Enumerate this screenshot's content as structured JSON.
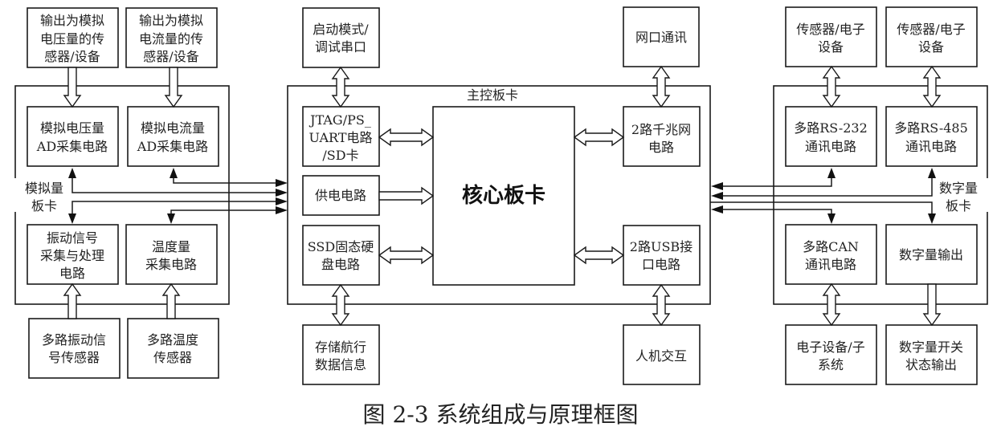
{
  "caption": "图 2-3  系统组成与原理框图",
  "analog_board": {
    "label": [
      "模拟量",
      "板卡"
    ],
    "inputs": [
      {
        "id": "voltage-sensor",
        "lines": [
          "输出为模拟",
          "电压量的传",
          "感器/设备"
        ]
      },
      {
        "id": "current-sensor",
        "lines": [
          "输出为模拟",
          "电流量的传",
          "感器/设备"
        ]
      },
      {
        "id": "vibration-sensor",
        "lines": [
          "多路振动信",
          "号传感器"
        ]
      },
      {
        "id": "temperature-sensor",
        "lines": [
          "多路温度",
          "传感器"
        ]
      }
    ],
    "circuits": [
      {
        "id": "voltage-ad",
        "lines": [
          "模拟电压量",
          "AD采集电路"
        ]
      },
      {
        "id": "current-ad",
        "lines": [
          "模拟电流量",
          "AD采集电路"
        ]
      },
      {
        "id": "vibration-proc",
        "lines": [
          "振动信号",
          "采集与处理",
          "电路"
        ]
      },
      {
        "id": "temperature-acq",
        "lines": [
          "温度量",
          "采集电路"
        ]
      }
    ]
  },
  "main_board": {
    "label": "主控板卡",
    "core": "核心板卡",
    "external_top": [
      {
        "id": "boot-debug",
        "lines": [
          "启动模式/",
          "调试串口"
        ]
      },
      {
        "id": "ethernet-comm",
        "lines": [
          "网口通讯"
        ]
      }
    ],
    "external_bottom": [
      {
        "id": "nav-storage",
        "lines": [
          "存储航行",
          "数据信息"
        ]
      },
      {
        "id": "hmi",
        "lines": [
          "人机交互"
        ]
      }
    ],
    "circuits": [
      {
        "id": "jtag",
        "lines": [
          "JTAG/PS_",
          "UART电路",
          "/SD卡"
        ]
      },
      {
        "id": "power",
        "lines": [
          "供电电路"
        ]
      },
      {
        "id": "ssd",
        "lines": [
          "SSD固态硬",
          "盘电路"
        ]
      },
      {
        "id": "gige",
        "lines": [
          "2路千兆网",
          "电路"
        ]
      },
      {
        "id": "usb",
        "lines": [
          "2路USB接",
          "口电路"
        ]
      }
    ]
  },
  "digital_board": {
    "label": [
      "数字量",
      "板卡"
    ],
    "external_top": [
      {
        "id": "rs232-device",
        "lines": [
          "传感器/电子",
          "设备"
        ]
      },
      {
        "id": "rs485-device",
        "lines": [
          "传感器/电子",
          "设备"
        ]
      }
    ],
    "external_bottom": [
      {
        "id": "can-device",
        "lines": [
          "电子设备/子",
          "系统"
        ]
      },
      {
        "id": "switch-output",
        "lines": [
          "数字量开关",
          "状态输出"
        ]
      }
    ],
    "circuits": [
      {
        "id": "rs232",
        "lines": [
          "多路RS-232",
          "通讯电路"
        ]
      },
      {
        "id": "rs485",
        "lines": [
          "多路RS-485",
          "通讯电路"
        ]
      },
      {
        "id": "can",
        "lines": [
          "多路CAN",
          "通讯电路"
        ]
      },
      {
        "id": "digital-out",
        "lines": [
          "数字量输出"
        ]
      }
    ]
  }
}
